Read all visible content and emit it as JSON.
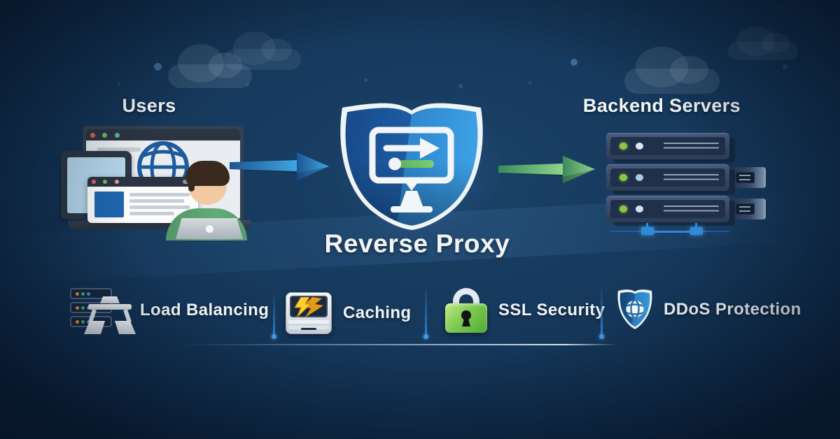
{
  "diagram": {
    "users_label": "Users",
    "proxy_label": "Reverse Proxy",
    "backend_label": "Backend Servers"
  },
  "features": {
    "items": [
      {
        "label": "Load Balancing",
        "icon": "load-balancer-icon"
      },
      {
        "label": "Caching",
        "icon": "caching-lightning-icon"
      },
      {
        "label": "SSL Security",
        "icon": "ssl-padlock-icon"
      },
      {
        "label": "DDoS Protection",
        "icon": "ddos-shield-icon"
      }
    ]
  },
  "icons": {
    "center": "shield-with-monitor-and-arrow",
    "left": [
      "laptop-with-browser",
      "globe",
      "tablet",
      "browser-window",
      "person-at-laptop"
    ],
    "right": [
      "server-rack-3-units",
      "external-drives",
      "network-connector-line"
    ],
    "flow": [
      "blue-right-arrow",
      "green-right-arrow"
    ]
  },
  "colors": {
    "background_navy": "#143659",
    "background_edge": "#0a1f39",
    "text_white": "#f2f6fa",
    "shield_blue_light": "#2f87cd",
    "shield_blue_dark": "#1c5496",
    "arrow_blue": "#3fa5e0",
    "arrow_green": "#82cc84",
    "lock_green": "#7dcb52",
    "bolt_yellow": "#ffd02e",
    "led_green": "#8fc63f",
    "divider_blue": "#2d7fd0"
  }
}
